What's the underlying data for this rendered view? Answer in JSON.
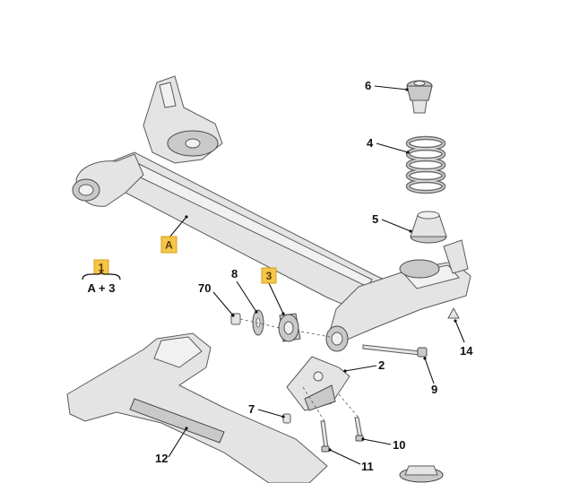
{
  "callouts": {
    "c6": "6",
    "c4": "4",
    "c5": "5",
    "c8": "8",
    "c70": "70",
    "c14": "14",
    "c2": "2",
    "c9": "9",
    "c7": "7",
    "c10": "10",
    "c11": "11",
    "c12": "12"
  },
  "tags": {
    "a": "A",
    "three": "3",
    "one": "1"
  },
  "formula": "A + 3",
  "colors": {
    "tag_fill": "#f6c54a",
    "tag_border": "#d4a017",
    "line": "#111111"
  }
}
